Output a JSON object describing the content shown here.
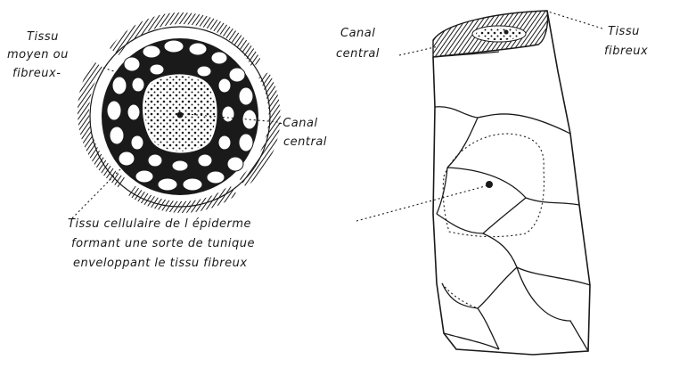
{
  "labels": {
    "tissu_moyen_line1": "Tissu",
    "tissu_moyen_line2": "moyen ou",
    "tissu_moyen_line3": "fibreux-",
    "canal_central_left_line1": "-Canal",
    "canal_central_left_line2": "central",
    "epiderme_line1": "Tissu cellulaire de l épiderme",
    "epiderme_line2": "formant une sorte de tunique",
    "epiderme_line3": "enveloppant le tissu fibreux",
    "canal_central_right_line1": "Canal",
    "canal_central_right_line2": "central",
    "tissu_fibreux_line1": "Tissu",
    "tissu_fibreux_line2": "fibreux"
  },
  "colors": {
    "ink": "#1a1a1a",
    "background": "#ffffff"
  }
}
